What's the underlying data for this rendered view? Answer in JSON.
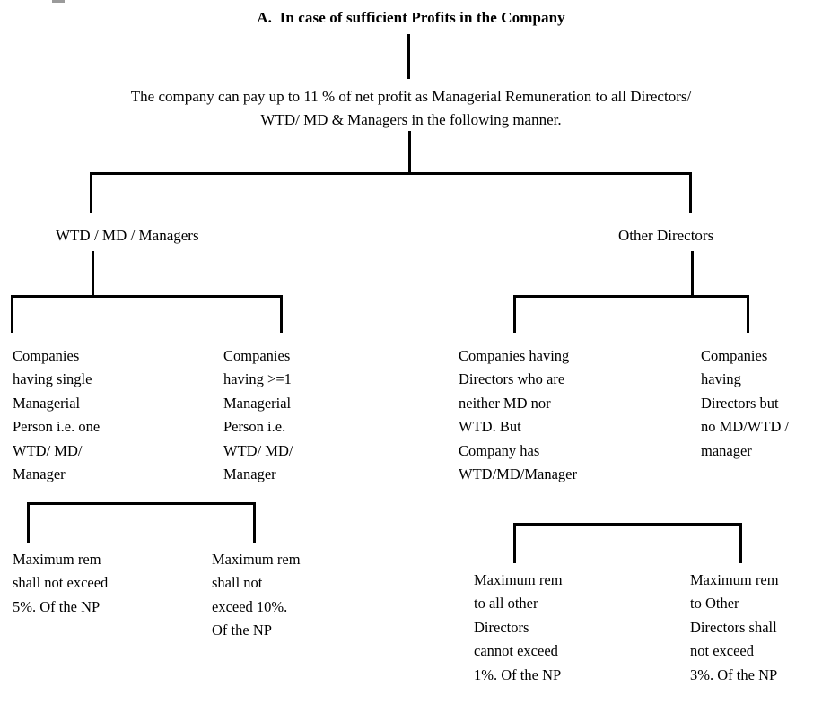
{
  "document": {
    "title": "A.  In case of sufficient Profits in the Company",
    "lead_paragraph": "The company can pay up to 11 % of net profit as Managerial Remuneration to all Directors/\nWTD/ MD & Managers in the following manner.",
    "ink_color": "#000000",
    "background_color": "#ffffff",
    "top_mark_color": "#9a9a9a"
  },
  "level1": {
    "left": {
      "label": "WTD / MD / Managers"
    },
    "right": {
      "label": "Other Directors"
    }
  },
  "level2": {
    "items": [
      {
        "text": "Companies\nhaving single\nManagerial\nPerson i.e. one\nWTD/ MD/\nManager"
      },
      {
        "text": "Companies\nhaving >=1\nManagerial\nPerson i.e.\nWTD/ MD/\nManager"
      },
      {
        "text": "Companies having\nDirectors who are\nneither MD nor\nWTD. But\nCompany has\nWTD/MD/Manager"
      },
      {
        "text": "Companies\nhaving\nDirectors but\nno MD/WTD /\nmanager"
      }
    ]
  },
  "level3": {
    "items": [
      {
        "text": "Maximum rem\nshall not exceed\n5%. Of the NP"
      },
      {
        "text": "Maximum rem\nshall not\nexceed 10%.\nOf the NP"
      },
      {
        "text": "Maximum rem\nto all other\nDirectors\ncannot exceed\n1%. Of the NP"
      },
      {
        "text": "Maximum rem\nto Other\nDirectors shall\nnot exceed\n3%. Of the NP"
      }
    ]
  }
}
